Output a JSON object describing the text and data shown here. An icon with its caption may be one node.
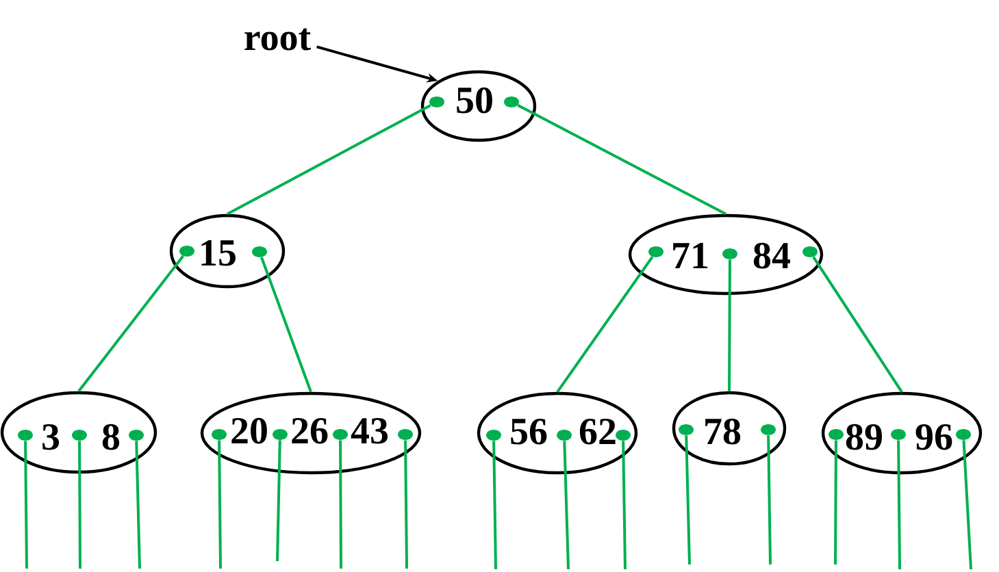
{
  "diagram": {
    "nodes": [
      {
        "text": [
          "root"
        ]
      },
      {
        "text": [
          "50"
        ]
      },
      {
        "text": [],
        "shape": "circle",
        "in": 1
      },
      {
        "text": [],
        "shape": "circle",
        "in": 1
      },
      {
        "text": [
          "15"
        ]
      },
      {
        "text": [],
        "shape": "circle",
        "in": 4
      },
      {
        "text": [],
        "shape": "circle",
        "in": 4
      },
      {
        "text": [
          "71",
          "84"
        ]
      },
      {
        "text": [],
        "shape": "circle",
        "in": 7
      },
      {
        "text": [],
        "shape": "circle",
        "in": 7
      },
      {
        "text": [],
        "shape": "circle",
        "in": 7
      },
      {
        "text": [
          "3",
          "8"
        ]
      },
      {
        "text": [],
        "shape": "circle",
        "in": 11
      },
      {
        "text": [],
        "shape": "circle",
        "in": 11
      },
      {
        "text": [],
        "shape": "circle",
        "in": 11
      },
      {
        "text": [
          "20",
          "26",
          "43"
        ]
      },
      {
        "text": [],
        "shape": "circle",
        "in": 15
      },
      {
        "text": [],
        "shape": "circle",
        "in": 15
      },
      {
        "text": [],
        "shape": "circle",
        "in": 15
      },
      {
        "text": [],
        "shape": "circle",
        "in": 15
      },
      {
        "text": [
          "56",
          "62"
        ]
      },
      {
        "text": [],
        "shape": "circle",
        "in": 20
      },
      {
        "text": [],
        "shape": "circle",
        "in": 20
      },
      {
        "text": [],
        "shape": "circle",
        "in": 20
      },
      {
        "text": [
          "78"
        ]
      },
      {
        "text": [],
        "shape": "circle",
        "in": 24
      },
      {
        "text": [],
        "shape": "circle",
        "in": 24
      },
      {
        "text": [
          "89",
          "96"
        ]
      },
      {
        "text": [],
        "shape": "circle",
        "in": 27
      },
      {
        "text": [],
        "shape": "circle",
        "in": 27
      },
      {
        "text": [],
        "shape": "circle",
        "in": 27
      }
    ],
    "edges": [
      {
        "from": 0,
        "to": 1,
        "arrow": "to",
        "color": "#000000"
      },
      {
        "from": 2,
        "to": 4,
        "arrow": "none"
      },
      {
        "from": 3,
        "to": 7,
        "arrow": "none"
      },
      {
        "from": 5,
        "to": 11,
        "arrow": "none"
      },
      {
        "from": 6,
        "to": 15,
        "arrow": "none"
      },
      {
        "from": 8,
        "to": 20,
        "arrow": "none"
      },
      {
        "from": 9,
        "to": 24,
        "arrow": "none"
      },
      {
        "from": 10,
        "to": 27,
        "arrow": "none"
      },
      {
        "from": 12,
        "to": null,
        "arrow": "none"
      },
      {
        "from": 13,
        "to": null,
        "arrow": "none"
      },
      {
        "from": 14,
        "to": null,
        "arrow": "none"
      },
      {
        "from": 16,
        "to": null,
        "arrow": "none"
      },
      {
        "from": 17,
        "to": null,
        "arrow": "none"
      },
      {
        "from": 18,
        "to": null,
        "arrow": "none"
      },
      {
        "from": 19,
        "to": null,
        "arrow": "none"
      },
      {
        "from": 21,
        "to": null,
        "arrow": "none"
      },
      {
        "from": 22,
        "to": null,
        "arrow": "none"
      },
      {
        "from": 23,
        "to": null,
        "arrow": "none"
      },
      {
        "from": 25,
        "to": null,
        "arrow": "none"
      },
      {
        "from": 26,
        "to": null,
        "arrow": "none"
      },
      {
        "from": 28,
        "to": null,
        "arrow": "none"
      },
      {
        "from": 29,
        "to": null,
        "arrow": "none"
      },
      {
        "from": 30,
        "to": null,
        "arrow": "none"
      }
    ]
  }
}
